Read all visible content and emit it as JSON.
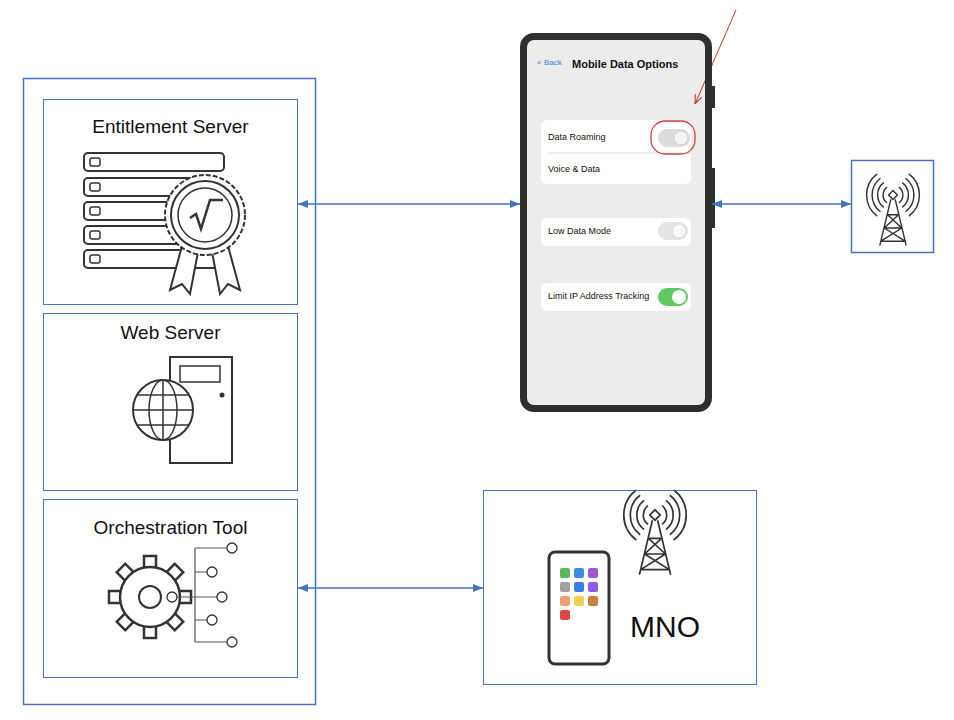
{
  "diagram": {
    "nodes": [
      {
        "text": [
          "Entitlement Server"
        ]
      },
      {
        "text": [
          "Web Server"
        ]
      },
      {
        "text": [
          "Orchestration Tool"
        ]
      },
      {
        "text": [
          "< Back",
          "Mobile Data Options",
          "Data Roaming",
          "Voice & Data",
          "Low Data Mode",
          "Limit IP Address Tracking"
        ]
      },
      {
        "text": [
          "MNO"
        ]
      }
    ],
    "edges": [
      {
        "from": 0,
        "to": 3,
        "arrow": "both"
      },
      {
        "from": 2,
        "to": 4,
        "arrow": "both"
      }
    ]
  }
}
